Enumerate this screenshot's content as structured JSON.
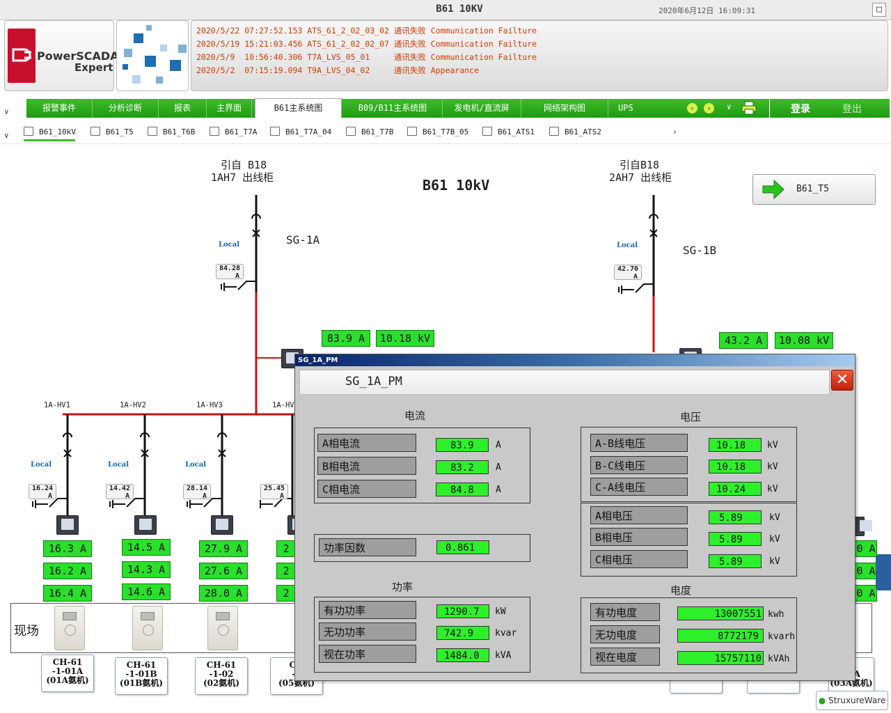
{
  "app": {
    "title": "B61 10KV",
    "datetime": "2020年6月12日 16:09:31",
    "close_symbol": "□"
  },
  "logo": {
    "brand_line1": "PowerSCADA",
    "brand_line2": "Expert"
  },
  "alarms": [
    "2020/5/22 07:27:52.153 ATS_61_2_02_03_02 通讯失败 Communication Failture",
    "2020/5/19 15:21:03.456 ATS_61_2_02_02_07 通讯失败 Communication Failture",
    "2020/5/9  10:56:40.306 T7A_LVS_05_01     通讯失败 Communication Failture",
    "2020/5/2  07:15:19.094 T9A_LVS_04_02     通讯失败 Appearance"
  ],
  "nav": {
    "items": [
      "报警事件",
      "分析诊断",
      "报表",
      "主界面",
      "B61主系统图",
      "B09/B11主系统图",
      "发电机/直流屏",
      "网络架构图",
      "UPS"
    ],
    "login": "登录",
    "logout": "登出"
  },
  "tabs": [
    "B61_10kV",
    "B61_T5",
    "B61_T6B",
    "B61_T7A",
    "B61_T7A_04",
    "B61_T7B",
    "B61_T7B_05",
    "B61_ATS1",
    "B61_ATS2"
  ],
  "diagram": {
    "title": "B61 10kV",
    "source_a_line1": "引自 B18",
    "source_a_line2": "1AH7 出线柜",
    "source_b_line1": "引自B18",
    "source_b_line2": "2AH7 出线柜",
    "switch_a": "SG-1A",
    "switch_b": "SG-1B",
    "local": "Local",
    "nav_button": "B61_T5",
    "incomer_a_current": "84.28",
    "incomer_b_current": "42.70",
    "unit_a": "A",
    "meter_a_current": "83.9 A",
    "meter_a_voltage": "10.18 kV",
    "meter_b_current": "43.2 A",
    "meter_b_voltage": "10.08 kV",
    "feeders": [
      {
        "name": "1A-HV1",
        "ct": "16.24",
        "ia": "16.3 A",
        "ib": "16.2 A",
        "ic": "16.4 A",
        "ch": [
          "CH-61",
          "-1-01A",
          "(01A氨机)"
        ]
      },
      {
        "name": "1A-HV2",
        "ct": "14.42",
        "ia": "14.5 A",
        "ib": "14.3 A",
        "ic": "14.6 A",
        "ch": [
          "CH-61",
          "-1-01B",
          "(01B氨机)"
        ]
      },
      {
        "name": "1A-HV3",
        "ct": "28.14",
        "ia": "27.9 A",
        "ib": "27.6 A",
        "ic": "28.0 A",
        "ch": [
          "CH-61",
          "-1-02",
          "(02氨机)"
        ]
      },
      {
        "name": "1A-HV",
        "ct": "25.45",
        "ia": "2",
        "ib": "2",
        "ic": "2",
        "ch": [
          "CH",
          "-1",
          "(05氨机)"
        ]
      }
    ],
    "right_partial_vals": [
      "0 A",
      "0 A",
      "0 A"
    ],
    "right_partial_ch": [
      "61",
      "03A",
      "(03A氨机)"
    ],
    "field_label": "现场",
    "watermark": "StruxureWare"
  },
  "popup": {
    "window_title": "SG_1A_PM",
    "heading": "SG_1A_PM",
    "close_symbol": "✕",
    "current": {
      "title": "电流",
      "rows": [
        {
          "label": "A相电流",
          "value": "83.9",
          "unit": "A"
        },
        {
          "label": "B相电流",
          "value": "83.2",
          "unit": "A"
        },
        {
          "label": "C相电流",
          "value": "84.8",
          "unit": "A"
        }
      ]
    },
    "pf": {
      "label": "功率因数",
      "value": "0.861"
    },
    "power": {
      "title": "功率",
      "rows": [
        {
          "label": "有功功率",
          "value": "1290.7",
          "unit": "kW"
        },
        {
          "label": "无功功率",
          "value": "742.9",
          "unit": "kvar"
        },
        {
          "label": "视在功率",
          "value": "1484.0",
          "unit": "kVA"
        }
      ]
    },
    "voltage": {
      "title": "电压",
      "line_rows": [
        {
          "label": "A-B线电压",
          "value": "10.18",
          "unit": "kV"
        },
        {
          "label": "B-C线电压",
          "value": "10.18",
          "unit": "kV"
        },
        {
          "label": "C-A线电压",
          "value": "10.24",
          "unit": "kV"
        }
      ],
      "phase_rows": [
        {
          "label": "A相电压",
          "value": "5.89",
          "unit": "kV"
        },
        {
          "label": "B相电压",
          "value": "5.89",
          "unit": "kV"
        },
        {
          "label": "C相电压",
          "value": "5.89",
          "unit": "kV"
        }
      ]
    },
    "energy": {
      "title": "电度",
      "rows": [
        {
          "label": "有功电度",
          "value": "13007551",
          "unit": "kwh"
        },
        {
          "label": "无功电度",
          "value": "8772179",
          "unit": "kvarh"
        },
        {
          "label": "视在电度",
          "value": "15757110",
          "unit": "kVAh"
        }
      ]
    }
  },
  "colors": {
    "nav_green": "#2aae1c",
    "value_green": "#2df02a",
    "busbar_red": "#cc1111",
    "alarm_orange": "#d23a00"
  }
}
